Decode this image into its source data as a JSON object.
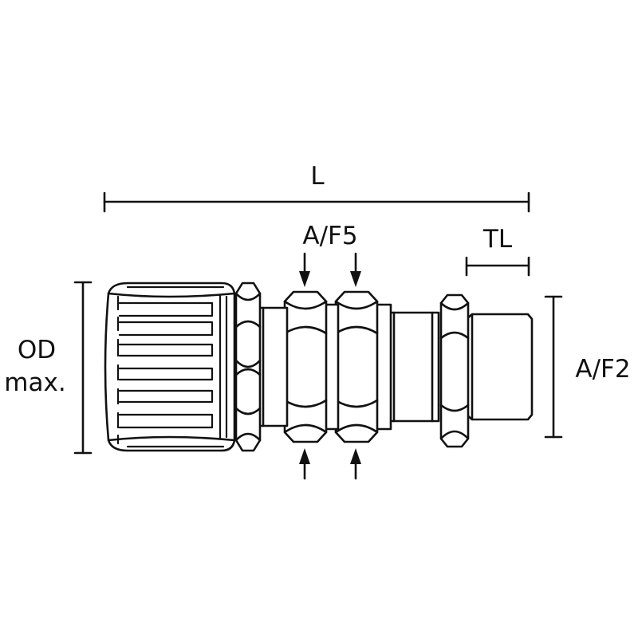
{
  "diagram": {
    "stroke_color": "#111111",
    "fill_color": "#ffffff",
    "labels": {
      "length": "L",
      "across_flats_5": "A/F5",
      "thread_length": "TL",
      "outer_diameter_line1": "OD",
      "outer_diameter_line2": "max.",
      "across_flats_2": "A/F2"
    }
  }
}
